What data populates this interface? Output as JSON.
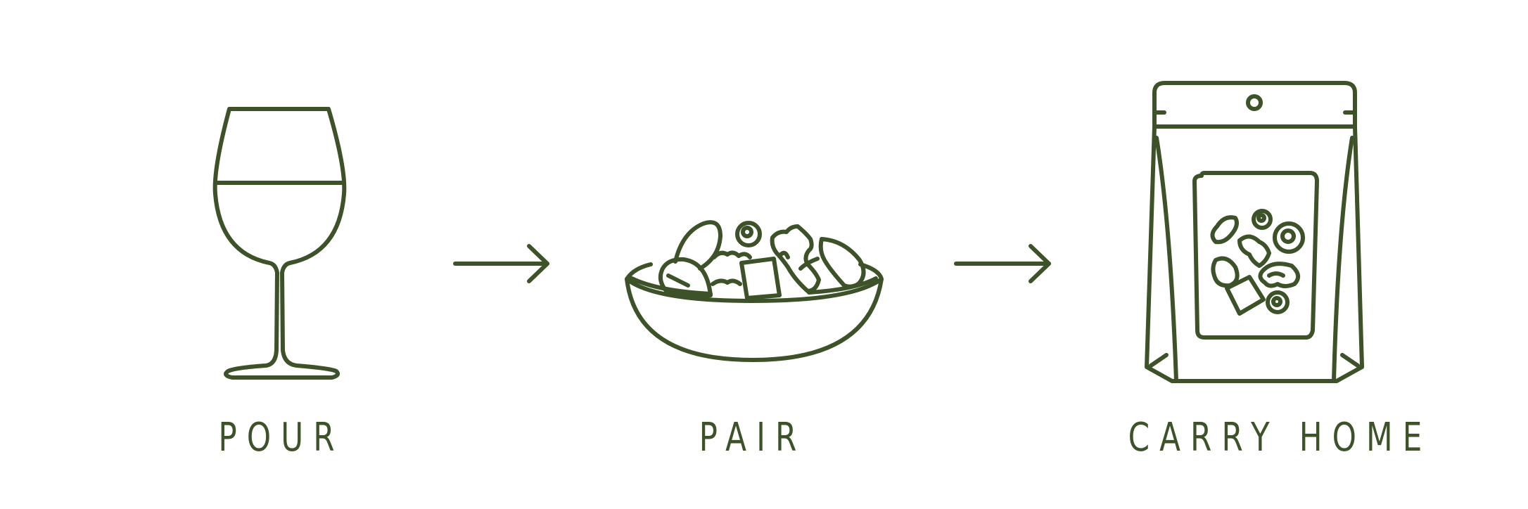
{
  "theme": {
    "ink": "#3d5229",
    "background": "#ffffff"
  },
  "steps": [
    {
      "label": "POUR",
      "icon": "wine-glass-icon"
    },
    {
      "label": "PAIR",
      "icon": "snack-bowl-icon"
    },
    {
      "label": "CARRY HOME",
      "icon": "stand-up-pouch-icon"
    }
  ],
  "connectors": [
    {
      "icon": "arrow-right-icon"
    },
    {
      "icon": "arrow-right-icon"
    }
  ]
}
